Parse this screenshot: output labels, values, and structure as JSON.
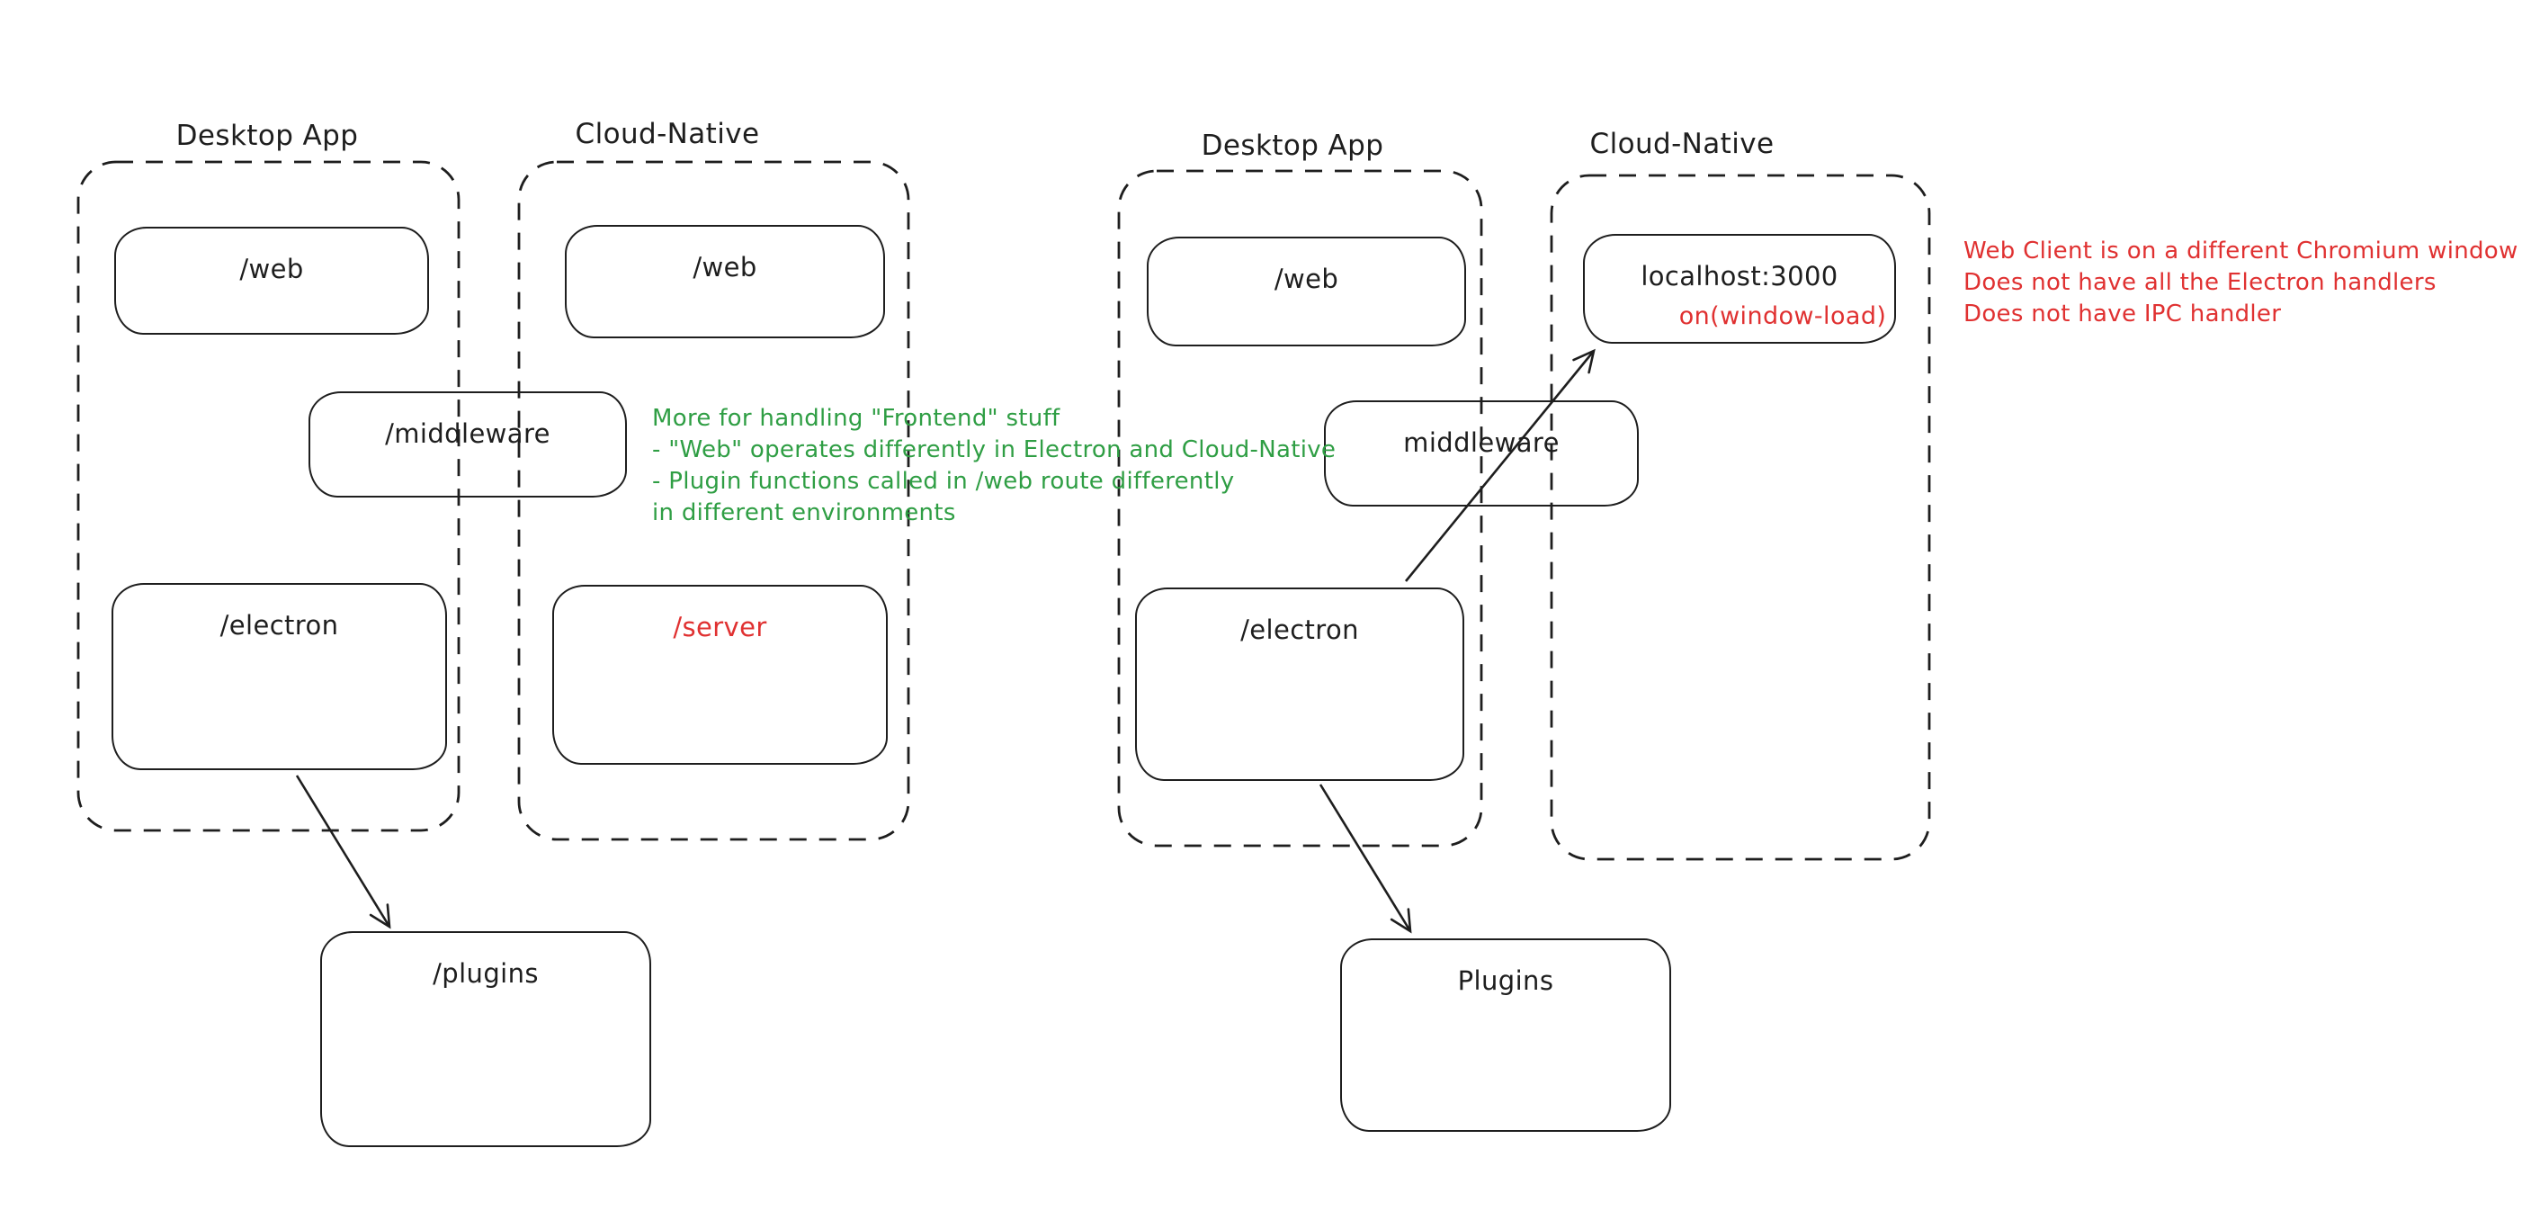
{
  "colors": {
    "ink": "#1e1e1e",
    "red": "#e03131",
    "green": "#2f9e44",
    "background": "#ffffff"
  },
  "left": {
    "desktop_label": "Desktop App",
    "cloud_label": "Cloud-Native",
    "web_desktop": "/web",
    "web_cloud": "/web",
    "middleware": "/middleware",
    "electron": "/electron",
    "server": "/server",
    "plugins": "/plugins",
    "note": [
      "More for handling \"Frontend\" stuff",
      "- \"Web\" operates differently in Electron and Cloud-Native",
      "- Plugin functions called in /web route differently",
      "in different environments"
    ]
  },
  "right": {
    "desktop_label": "Desktop App",
    "cloud_label": "Cloud-Native",
    "web": "/web",
    "localhost_title": "localhost:3000",
    "localhost_event": "on(window-load)",
    "middleware": "middleware",
    "electron": "/electron",
    "plugins": "Plugins",
    "note": [
      "Web Client is on a different Chromium window",
      "Does not have all the Electron handlers",
      "Does not have IPC handler"
    ]
  }
}
